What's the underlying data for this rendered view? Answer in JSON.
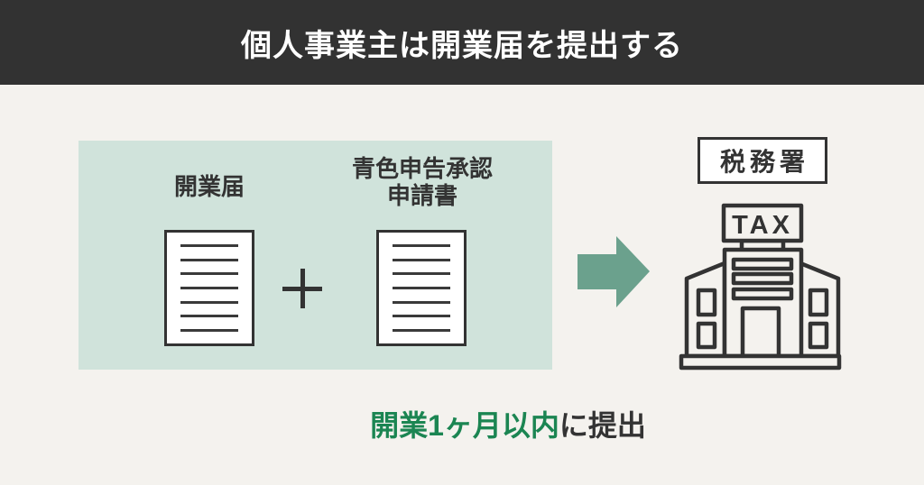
{
  "header": {
    "title": "個人事業主は開業届を提出する"
  },
  "panel": {
    "documents": [
      {
        "label": "開業届"
      },
      {
        "label_line1": "青色申告承認",
        "label_line2": "申請書"
      }
    ]
  },
  "tax_office": {
    "sign": "税務署",
    "building_sign": "TAX"
  },
  "caption": {
    "highlight": "開業1ヶ月以内",
    "rest": "に提出"
  },
  "colors": {
    "header_bg": "#323232",
    "background": "#f4f2ee",
    "panel_bg": "#d0e3db",
    "arrow_green": "#6ba18d",
    "caption_highlight_green": "#1b8552",
    "outline_dark": "#333333"
  }
}
